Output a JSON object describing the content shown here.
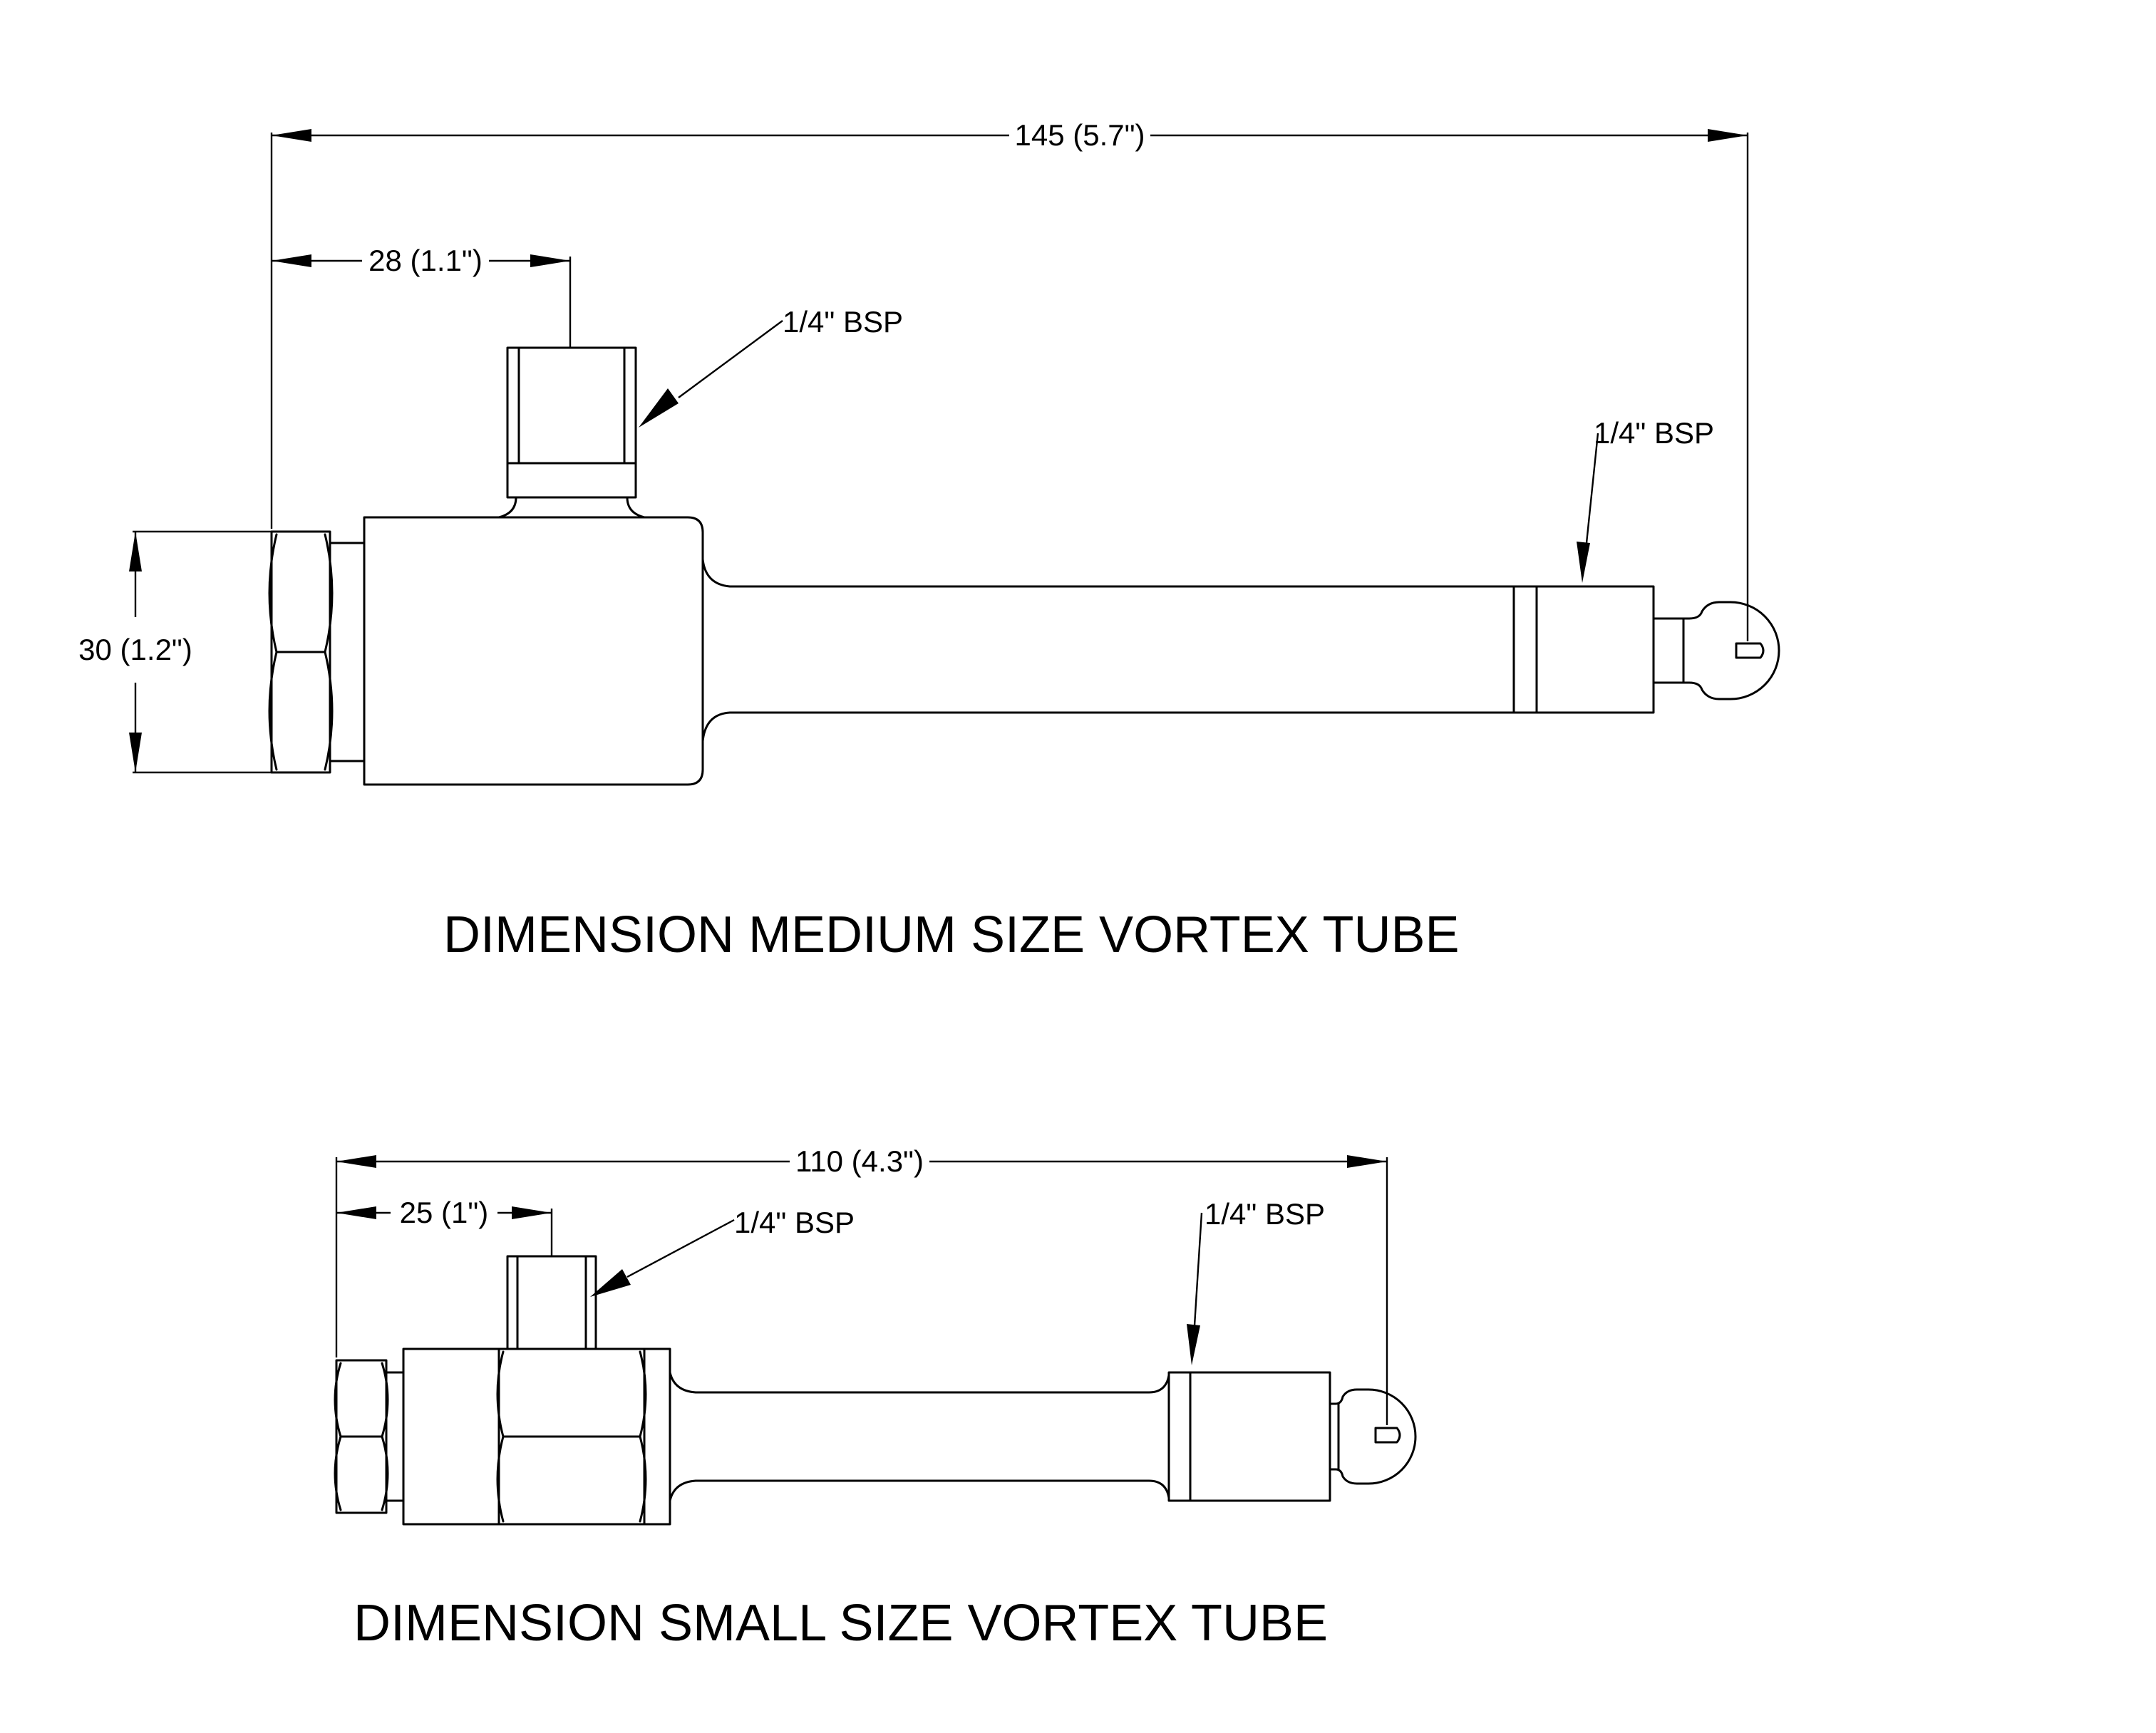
{
  "medium": {
    "overall_length": "145 (5.7\")",
    "inlet_offset": "28 (1.1\")",
    "body_diameter": "30 (1.2\")",
    "inlet_thread": "1/4\" BSP",
    "outlet_thread": "1/4\" BSP",
    "caption": "DIMENSION MEDIUM SIZE VORTEX TUBE"
  },
  "small": {
    "overall_length": "110 (4.3\")",
    "inlet_offset": "25 (1\")",
    "inlet_thread": "1/4\" BSP",
    "outlet_thread": "1/4\" BSP",
    "caption": "DIMENSION SMALL SIZE VORTEX TUBE"
  }
}
